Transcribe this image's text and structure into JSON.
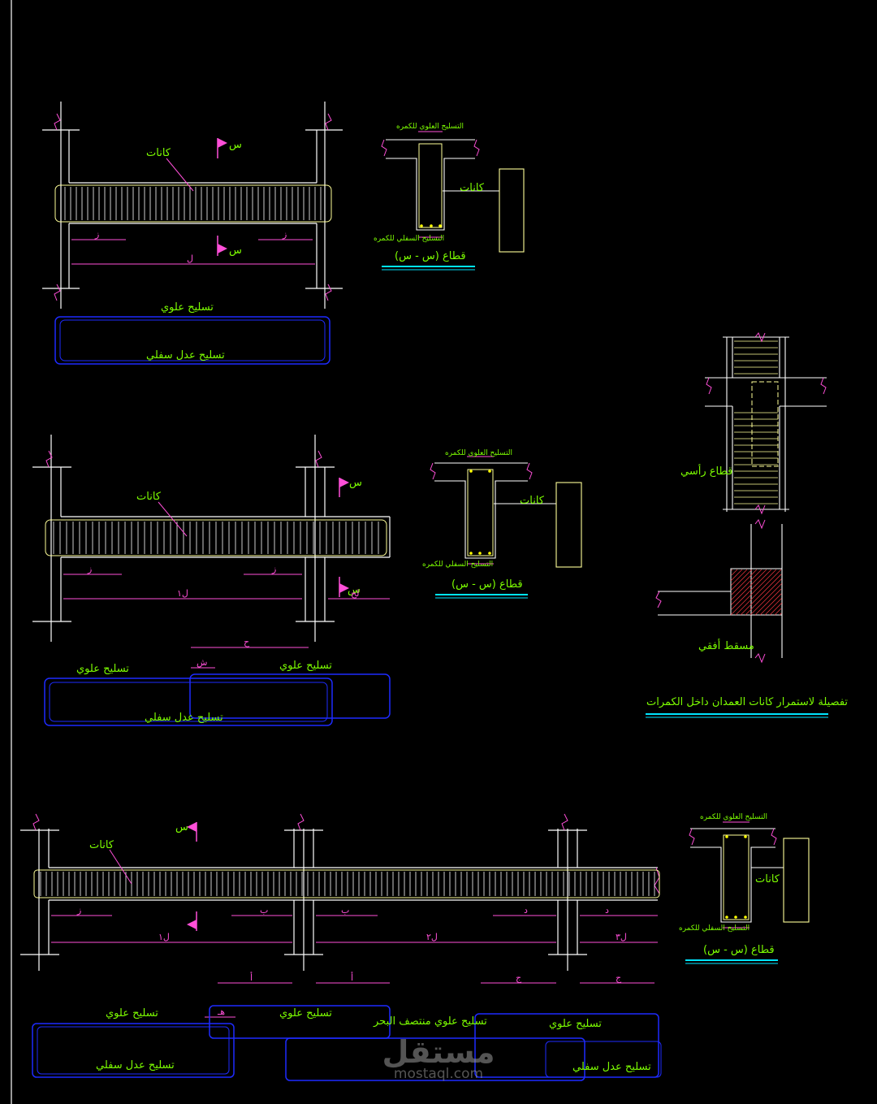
{
  "labels": {
    "stirrups": "كانات",
    "top_rebar": "تسليح علوي",
    "bottom_rebar": "تسليح عدل سفلي",
    "section_title": "قطاع (س - س)",
    "section_mark": "س",
    "top_rebar_small": "التسليح العلوي للكمره",
    "bottom_rebar_small": "التسليح السفلي للكمره",
    "mid_span_top": "تسليح علوي منتصف البحر",
    "vertical_section": "قطاع رأسي",
    "horizontal_section": "مسقط أفقي",
    "column_detail_title": "تفصيلة لاستمرار كانات العمدان داخل الكمرات"
  },
  "dims": {
    "z": "ز",
    "L": "ل",
    "L1": "ل١",
    "L2": "ل٢",
    "L3": "ل٣",
    "Lc": "لخ",
    "h": "ح",
    "a": "أ",
    "b": "ب",
    "d": "د",
    "j": "ج",
    "e": "هـ",
    "sh": "ش"
  },
  "watermark": {
    "arabic": "مستقل",
    "latin": "mostaql.com"
  },
  "colors": {
    "background": "#000000",
    "text": "#7CFC00",
    "dimension": "#FF4FD8",
    "outline": "#FFFFFF",
    "rebar": "#FFFF99",
    "bottom_outline": "#1E2BFF",
    "underline": "#00E5FF",
    "hatch": "#E0333A"
  }
}
